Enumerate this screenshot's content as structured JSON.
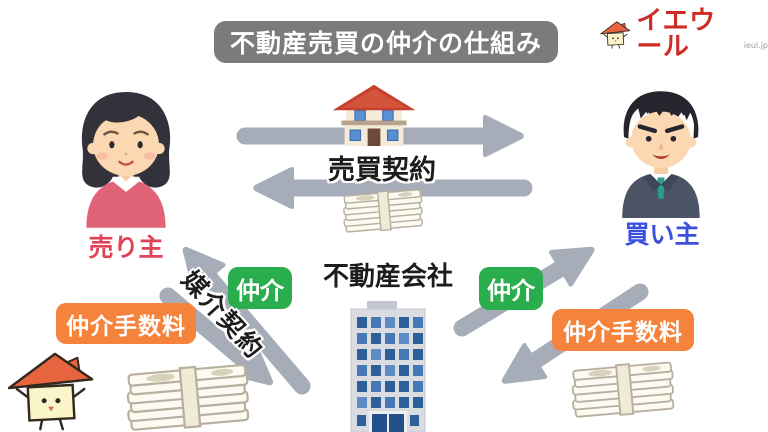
{
  "title": {
    "text": "不動産売買の仲介の仕組み",
    "bg": "#7b7b7b",
    "color": "#ffffff"
  },
  "logo": {
    "name": "イエウール",
    "domain": "ieul.jp",
    "color": "#ce2b26"
  },
  "actors": {
    "seller": {
      "label": "売り主",
      "color": "#e04358"
    },
    "buyer": {
      "label": "買い主",
      "color": "#3c50e0"
    },
    "company": {
      "label": "不動産会社",
      "color": "#1c1c1c"
    }
  },
  "flows": {
    "sale_contract": {
      "label": "売買契約",
      "color": "#1c1c1c"
    },
    "mediation_contract": {
      "label": "媒介契約",
      "color": "#1c1c1c"
    },
    "brokerage_seller": {
      "label": "仲介",
      "bg": "#29ad4d",
      "color": "#ffffff"
    },
    "brokerage_buyer": {
      "label": "仲介",
      "bg": "#29ad4d",
      "color": "#ffffff"
    },
    "fee_seller": {
      "label": "仲介手数料",
      "bg": "#f5833c",
      "color": "#ffffff"
    },
    "fee_buyer": {
      "label": "仲介手数料",
      "bg": "#f5833c",
      "color": "#ffffff"
    }
  },
  "colors": {
    "arrow": "#a6adb8",
    "title_bg": "#7b7b7b",
    "badge_green": "#29ad4d",
    "badge_orange": "#f5833c"
  },
  "icons": {
    "logo_house": "ieul-house-mascot-icon",
    "house": "house-icon",
    "building": "office-building-icon",
    "money": "banknote-stack-icon",
    "seller": "woman-avatar",
    "buyer": "businessman-avatar",
    "mascot": "house-mascot-icon"
  }
}
